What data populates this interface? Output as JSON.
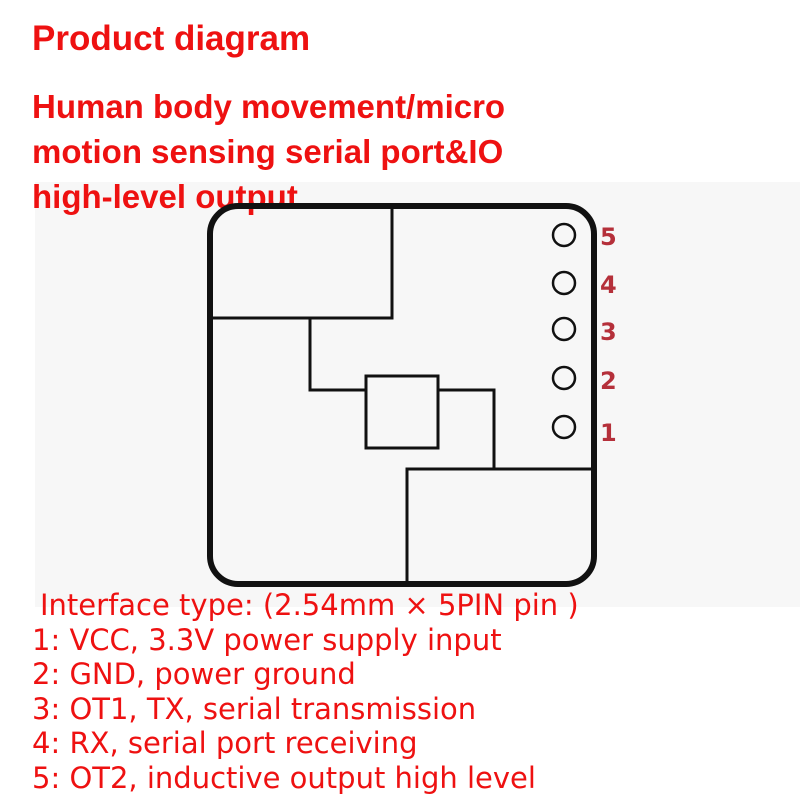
{
  "title": "Product diagram",
  "subtitle_lines": [
    "Human body movement/micro",
    "motion sensing serial port&IO",
    "high-level output"
  ],
  "pins": [
    {
      "number": "5"
    },
    {
      "number": "4"
    },
    {
      "number": "3"
    },
    {
      "number": "2"
    },
    {
      "number": "1"
    }
  ],
  "interface_title": "Interface type: (2.54mm × 5PIN pin )",
  "pin_descriptions": [
    "1: VCC, 3.3V power supply input",
    "2: GND, power ground",
    "3: OT1, TX, serial transmission",
    "4: RX, serial port receiving",
    "5: OT2, inductive output high level"
  ],
  "colors": {
    "text_red": "#ee1111",
    "pin_label": "#b5303a",
    "outline": "#111111"
  }
}
